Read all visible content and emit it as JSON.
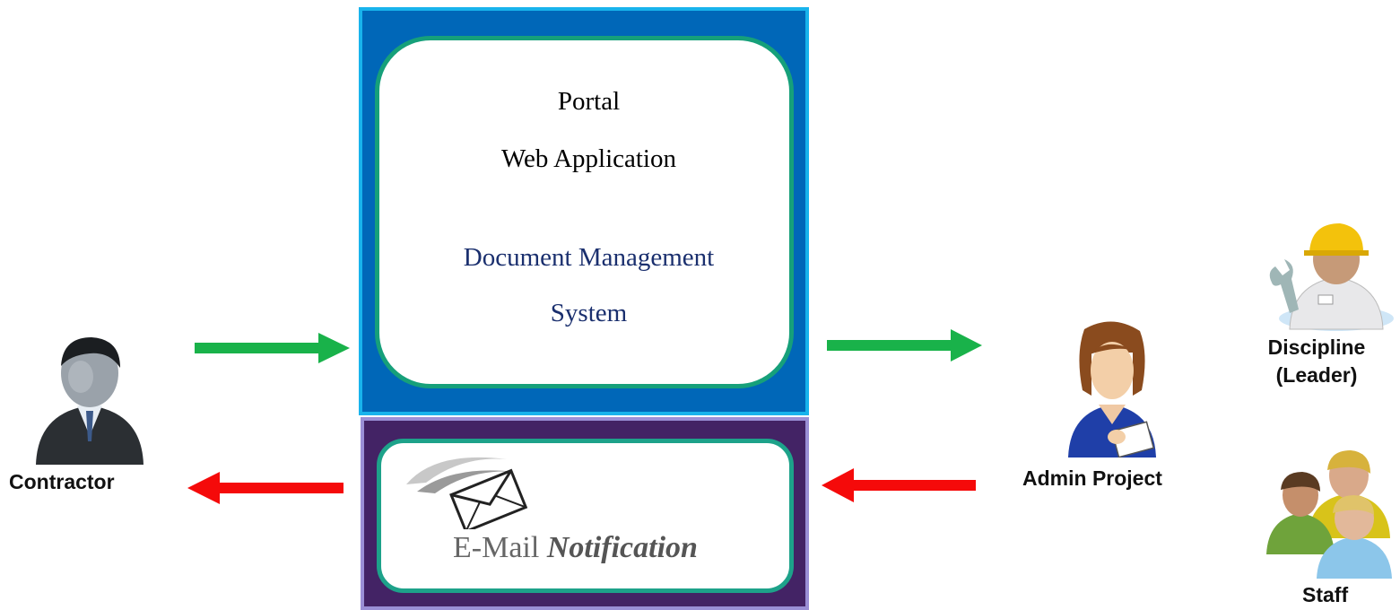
{
  "portal": {
    "line1": "Portal",
    "line2": "Web Application",
    "line3": "Document Management",
    "line4": "System"
  },
  "email": {
    "prefix": "E-Mail ",
    "emphasis": "Notification"
  },
  "actors": {
    "contractor": "Contractor",
    "admin": "Admin Project",
    "discipline_line1": "Discipline",
    "discipline_line2": "(Leader)",
    "staff": "Staff"
  },
  "colors": {
    "flow_in": "#19b24a",
    "flow_out": "#f50a0a",
    "portal_bg": "#0067b8",
    "email_bg": "#432365"
  }
}
